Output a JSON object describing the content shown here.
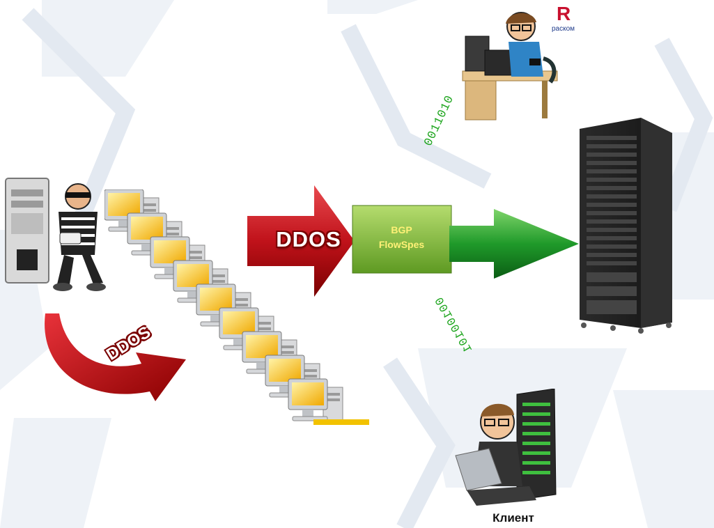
{
  "attack_arrow_label": "DDOS",
  "curved_arrow_label": "DDOS",
  "filter_box": {
    "line1": "BGP",
    "line2": "FlowSpes"
  },
  "binary_upper": "0011010",
  "binary_lower": "00100101",
  "client_label": "Клиент",
  "logo": {
    "mark": "R",
    "text": "раском"
  },
  "colors": {
    "attack_red": "#c0121a",
    "filter_green": "#7cb83a",
    "clean_green": "#1f9a2a",
    "binary_green": "#1ea51e",
    "background_hex": "#e8eef5"
  },
  "icons": [
    "hacker-icon",
    "botnet-computer-icon",
    "server-rack-icon",
    "admin-at-desk-icon",
    "client-with-laptop-icon"
  ]
}
